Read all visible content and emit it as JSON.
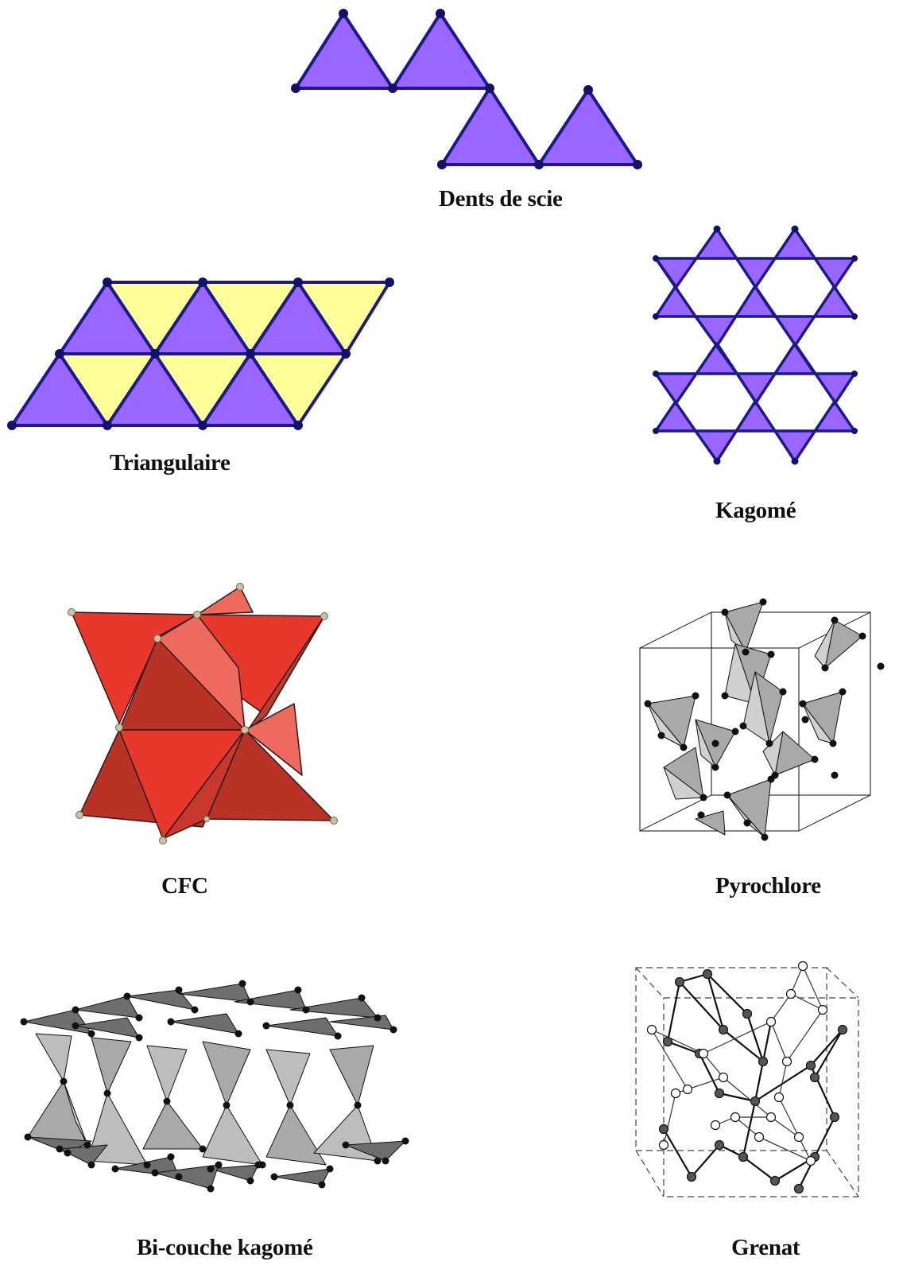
{
  "captions": {
    "dents_de_scie": "Dents de scie",
    "triangulaire": "Triangulaire",
    "kagome": "Kagomé",
    "cfc": "CFC",
    "pyrochlore": "Pyrochlore",
    "bicouche_kagome": "Bi-couche kagomé",
    "grenat": "Grenat"
  },
  "colors": {
    "triangle_fill": "#9966ff",
    "triangle_edge": "#1a1a8c",
    "vertex": "#12126e",
    "yellow_fill": "#ffff99",
    "cfc_red": "#e8382c",
    "cfc_dark": "#b83226",
    "cfc_light": "#ee6a5e",
    "tetra_gray": "#a9a9a9",
    "tetra_light": "#d0d0d0",
    "node_black": "#111111",
    "grenat_dark": "#555555"
  }
}
